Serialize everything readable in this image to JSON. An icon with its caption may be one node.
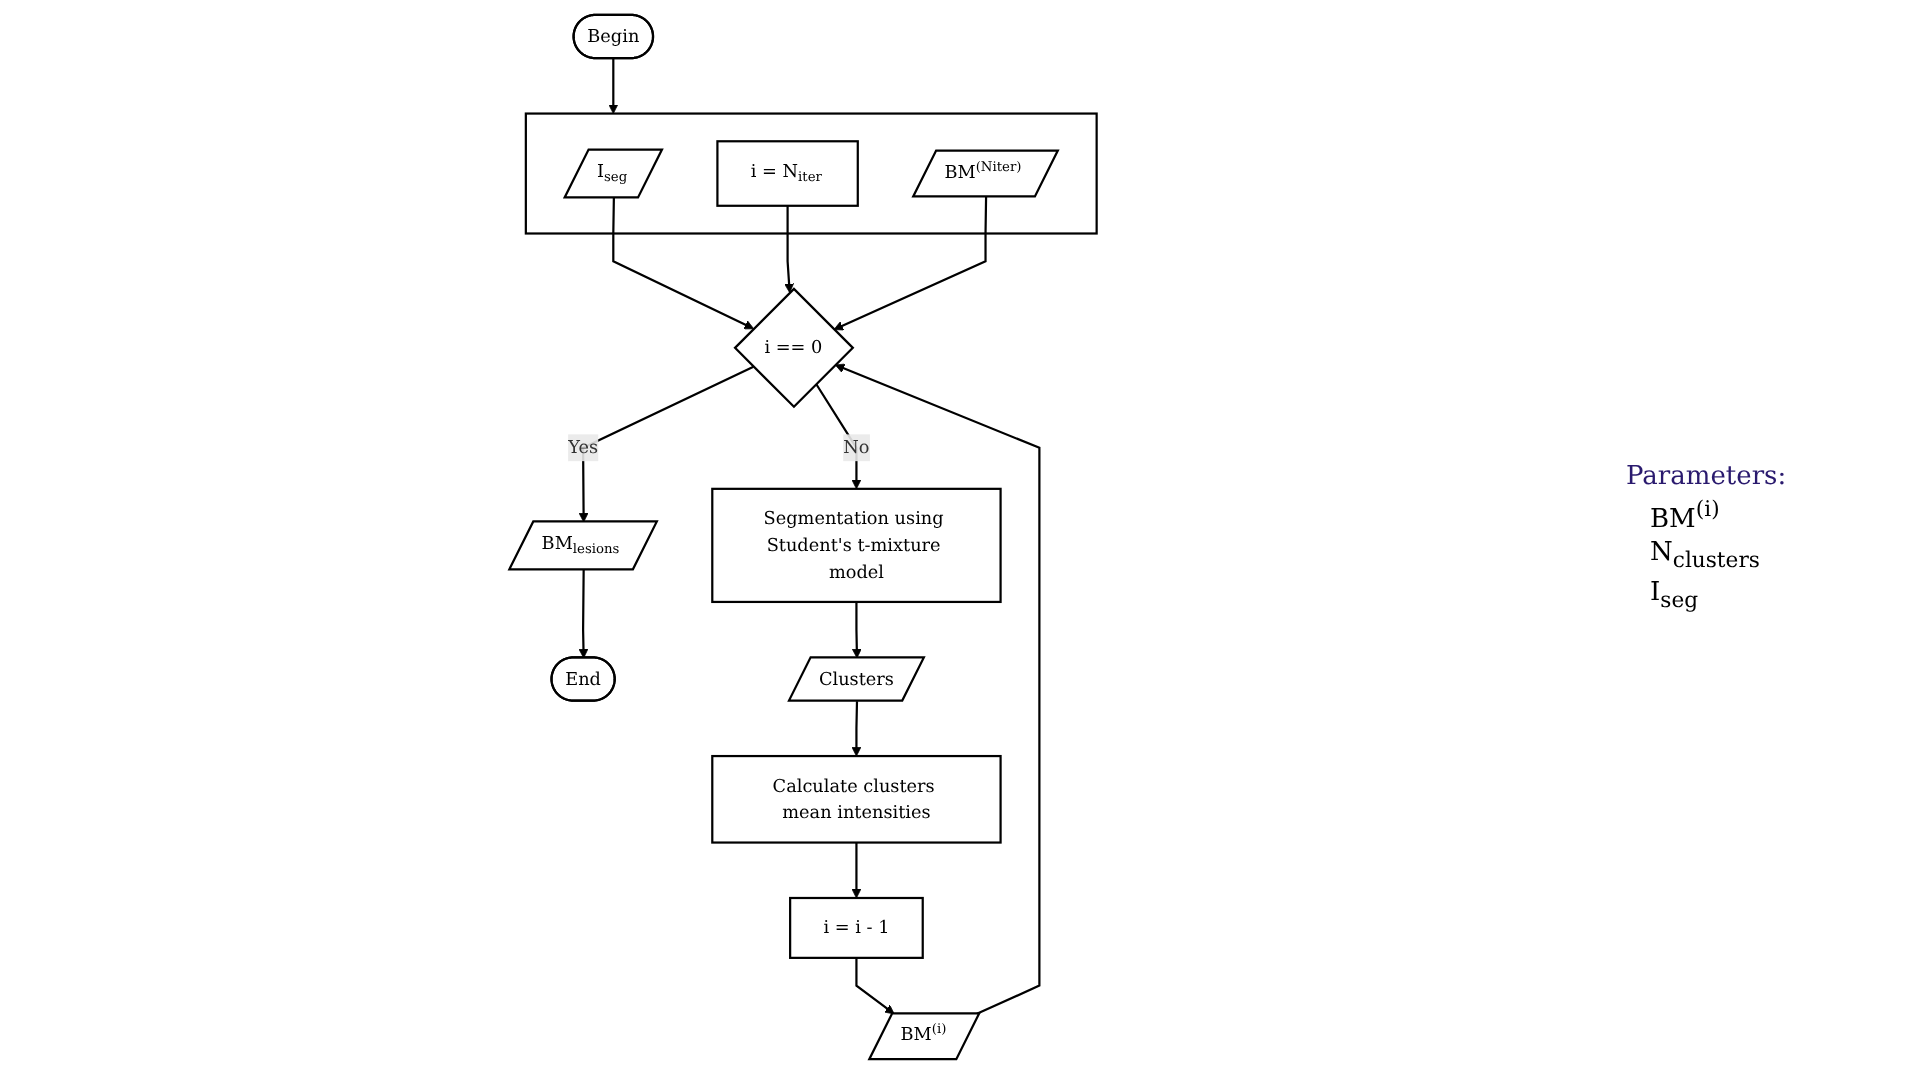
{
  "diagram": {
    "nodes": [
      {
        "text": [
          "Begin"
        ]
      },
      {
        "text": [],
        "shape": "box"
      },
      {
        "text": [
          "I$_{seg}$"
        ],
        "in": 1
      },
      {
        "text": [
          "i = N$_{iter}$"
        ],
        "in": 1
      },
      {
        "text": [
          "BM$^{(Niter)}$"
        ],
        "in": 1
      },
      {
        "text": [
          "i == 0"
        ]
      },
      {
        "text": [
          "BM$_{lesions}$"
        ]
      },
      {
        "text": [
          "End"
        ]
      },
      {
        "text": [
          "Segmentation using Student's t-mixture model"
        ]
      },
      {
        "text": [
          "Clusters"
        ]
      },
      {
        "text": [
          "Calculate clusters mean intensities"
        ]
      },
      {
        "text": [
          "i = i - 1"
        ]
      },
      {
        "text": [
          "BM$^{(i)}$"
        ]
      }
    ],
    "edges": [
      {
        "from": 0,
        "to": 1,
        "arrow": "to"
      },
      {
        "from": 2,
        "to": 5,
        "arrow": "to"
      },
      {
        "from": 3,
        "to": 5,
        "arrow": "to"
      },
      {
        "from": 4,
        "to": 5,
        "arrow": "to"
      },
      {
        "from": 5,
        "to": 6,
        "arrow": "to",
        "label": "Yes"
      },
      {
        "from": 6,
        "to": 7,
        "arrow": "to"
      },
      {
        "from": 5,
        "to": 8,
        "arrow": "to",
        "label": "No"
      },
      {
        "from": 8,
        "to": 9,
        "arrow": "to"
      },
      {
        "from": 9,
        "to": 10,
        "arrow": "to"
      },
      {
        "from": 10,
        "to": 11,
        "arrow": "to"
      },
      {
        "from": 11,
        "to": 12,
        "arrow": "to"
      },
      {
        "from": 12,
        "to": 5,
        "arrow": "to"
      }
    ],
    "labels": [
      "Parameters:",
      "BM$^{(i)}$",
      "N$_{clusters}$",
      "I$_{seg}$"
    ]
  }
}
